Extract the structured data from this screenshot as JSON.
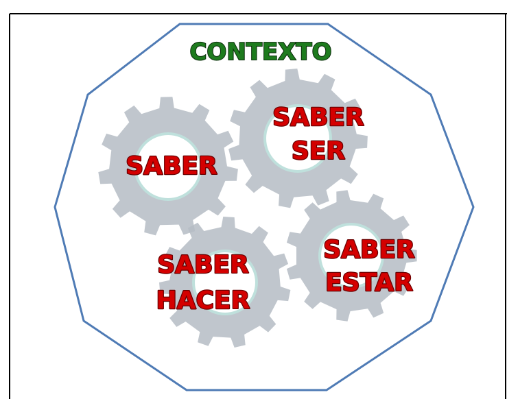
{
  "caption": "",
  "context_label": "CONTEXTO",
  "gears": [
    {
      "lines": [
        "SABER"
      ]
    },
    {
      "lines": [
        "SABER",
        "SER"
      ]
    },
    {
      "lines": [
        "SABER",
        "HACER"
      ]
    },
    {
      "lines": [
        "SABER",
        "ESTAR"
      ]
    }
  ],
  "colors": {
    "octagon_stroke": "#4f7bb5",
    "gear_fill": "#b5bcc4",
    "gear_hole": "#ffffff",
    "gear_ring": "#bfe0dc",
    "context_fill": "#1e7b1e",
    "label_fill": "#d40000"
  }
}
